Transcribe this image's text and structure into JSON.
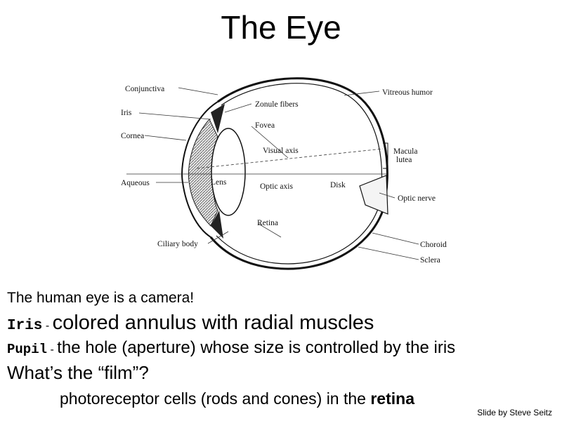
{
  "slide": {
    "title": "The Eye",
    "credit": "Slide by Steve Seitz"
  },
  "diagram": {
    "labels": {
      "conjunctiva": "Conjunctiva",
      "iris": "Iris",
      "cornea": "Cornea",
      "aqueous": "Aqueous",
      "ciliary_body": "Ciliary body",
      "zonule_fibers": "Zonule fibers",
      "fovea": "Fovea",
      "visual_axis": "Visual axis",
      "lens": "Lens",
      "optic_axis": "Optic axis",
      "disk": "Disk",
      "retina": "Retina",
      "vitreous_humor": "Vitreous humor",
      "macula_lutea_1": "Macula",
      "macula_lutea_2": "lutea",
      "optic_nerve": "Optic nerve",
      "choroid": "Choroid",
      "sclera": "Sclera"
    }
  },
  "body": {
    "intro": "The human eye is a camera!",
    "iris_term": "Iris",
    "iris_sep": " - ",
    "iris_desc": "colored annulus with radial muscles",
    "pupil_term": "Pupil",
    "pupil_sep": " - ",
    "pupil_desc": "the hole (aperture) whose size is controlled by the iris",
    "question": "What’s the “film”?",
    "answer_prefix": "photoreceptor cells (rods and cones) in the ",
    "answer_bold": "retina"
  }
}
